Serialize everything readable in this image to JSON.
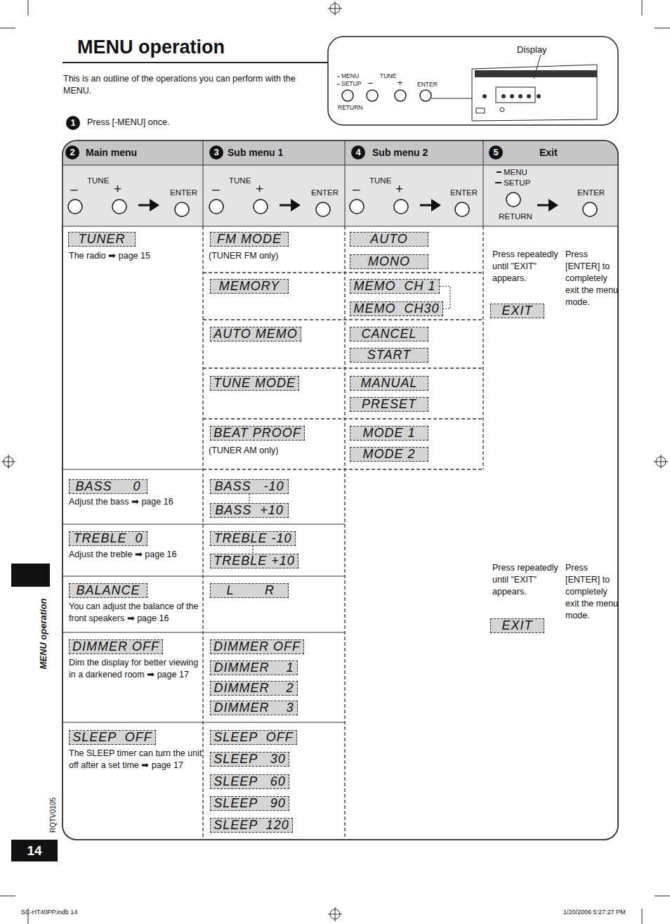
{
  "diagram": {
    "title": "MENU operation",
    "nodes": [
      {
        "text": [
          "TUNER"
        ]
      },
      {
        "text": [
          "FM MODE"
        ]
      },
      {
        "text": [
          "AUTO"
        ]
      },
      {
        "text": [
          "MONO"
        ]
      },
      {
        "text": [
          "MEMORY"
        ]
      },
      {
        "text": [
          "MEMO  CH 1"
        ]
      },
      {
        "text": [
          "MEMO  CH30"
        ]
      },
      {
        "text": [
          "AUTO MEMO"
        ]
      },
      {
        "text": [
          "CANCEL"
        ]
      },
      {
        "text": [
          "START"
        ]
      },
      {
        "text": [
          "TUNE MODE"
        ]
      },
      {
        "text": [
          "MANUAL"
        ]
      },
      {
        "text": [
          "PRESET"
        ]
      },
      {
        "text": [
          "BEAT PROOF"
        ]
      },
      {
        "text": [
          "MODE 1"
        ]
      },
      {
        "text": [
          "MODE 2"
        ]
      },
      {
        "text": [
          "EXIT"
        ]
      },
      {
        "text": [
          "BASS     0"
        ]
      },
      {
        "text": [
          "BASS   -10"
        ]
      },
      {
        "text": [
          "BASS  +10"
        ]
      },
      {
        "text": [
          "TREBLE  0"
        ]
      },
      {
        "text": [
          "TREBLE -10"
        ]
      },
      {
        "text": [
          "TREBLE +10"
        ]
      },
      {
        "text": [
          "BALANCE"
        ]
      },
      {
        "text": [
          "L",
          "R"
        ]
      },
      {
        "text": [
          "EXIT"
        ]
      },
      {
        "text": [
          "DIMMER OFF"
        ]
      },
      {
        "text": [
          "DIMMER OFF"
        ]
      },
      {
        "text": [
          "DIMMER    1"
        ]
      },
      {
        "text": [
          "DIMMER    2"
        ]
      },
      {
        "text": [
          "DIMMER    3"
        ]
      },
      {
        "text": [
          "SLEEP  OFF"
        ]
      },
      {
        "text": [
          "SLEEP  OFF"
        ]
      },
      {
        "text": [
          "SLEEP   30"
        ]
      },
      {
        "text": [
          "SLEEP   60"
        ]
      },
      {
        "text": [
          "SLEEP   90"
        ]
      },
      {
        "text": [
          "SLEEP  120"
        ]
      }
    ],
    "edges": [
      {
        "from": 5,
        "to": 6,
        "arrow": "none"
      },
      {
        "from": 18,
        "to": 19,
        "arrow": "none"
      },
      {
        "from": 21,
        "to": 22,
        "arrow": "none"
      }
    ],
    "labels": [
      "This is an outline of the operations you can perform with the MENU.",
      "1",
      "Press [-MENU] once.",
      "Display",
      "MENU",
      "SETUP",
      "TUNE",
      "–",
      "+",
      "ENTER",
      "RETURN",
      "2",
      "Main menu",
      "3",
      "Sub menu 1",
      "4",
      "Sub menu 2",
      "5",
      "Exit",
      "TUNE",
      "–",
      "+",
      "ENTER",
      "TUNE",
      "–",
      "+",
      "ENTER",
      "TUNE",
      "–",
      "+",
      "ENTER",
      "MENU",
      "SETUP",
      "RETURN",
      "ENTER",
      "The radio ➡ page 15",
      "(TUNER FM only)",
      "(TUNER AM only)",
      "Adjust the bass ➡ page 16",
      "Adjust the treble ➡ page 16",
      "You can adjust the balance of the front speakers ➡ page 16",
      "Dim the display for better viewing in a darkened room ➡ page 17",
      "The SLEEP timer can turn the unit off after a set time ➡ page 17",
      "Press repeatedly until \"EXIT\" appears.",
      "Press [ENTER] to completely exit the menu mode.",
      "Press repeatedly until \"EXIT\" appears.",
      "Press [ENTER] to completely exit the menu mode.",
      "MENU operation",
      "RQTV0105",
      "14",
      "SC-HT40PP.indb 14",
      "1/20/2006 5:27:27 PM"
    ]
  }
}
